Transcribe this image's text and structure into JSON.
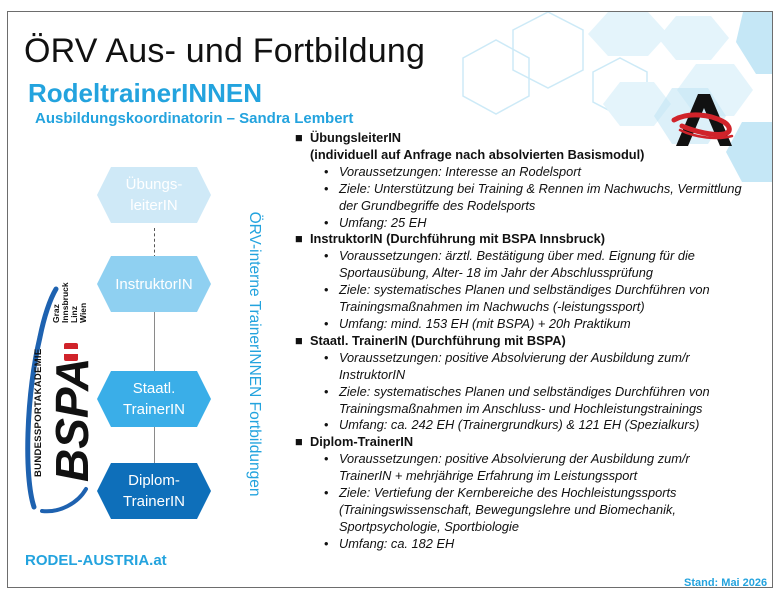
{
  "header": {
    "title": "ÖRV Aus- und Fortbildung",
    "subtitle": "RodeltrainerINNEN",
    "coordinator": "Ausbildungskoordinatorin – Sandra Lembert"
  },
  "colors": {
    "accent": "#23a3de",
    "hex_light": "#cfe9f7",
    "hex_mid": "#3aaee8",
    "hex_dark": "#0e6fba"
  },
  "pathway": [
    {
      "label_lines": [
        "Übungs-",
        "leiterIN"
      ]
    },
    {
      "label_lines": [
        "InstruktorIN"
      ]
    },
    {
      "label_lines": [
        "Staatl.",
        "TrainerIN"
      ]
    },
    {
      "label_lines": [
        "Diplom-",
        "TrainerIN"
      ]
    }
  ],
  "vertical_label": "ÖRV-interne TrainerINNEN Fortbildungen",
  "bspa_logo": {
    "name": "BSPA",
    "line": "BUNDESSPORTAKADEMIE",
    "cities": [
      "Graz",
      "Innsbruck",
      "Linz",
      "Wien"
    ]
  },
  "website": "RODEL-AUSTRIA.at",
  "footer_stand": "Stand: Mai 2026",
  "icons": {
    "logo": "oerv-a-logo",
    "bullet": "square-bullet",
    "sub_bullet": "dot-bullet"
  },
  "sections": [
    {
      "title": "ÜbungsleiterIN",
      "note": "(individuell auf Anfrage nach absolvierten Basismodul)",
      "items": [
        "Voraussetzungen: Interesse an Rodelsport",
        "Ziele: Unterstützung bei Training & Rennen im Nachwuchs, Vermittlung der Grundbegriffe des Rodelsports",
        "Umfang: 25 EH"
      ]
    },
    {
      "title": "InstruktorIN (Durchführung mit BSPA Innsbruck)",
      "note": "",
      "items": [
        "Voraussetzungen: ärztl. Bestätigung über med. Eignung für die Sportausübung, Alter- 18 im Jahr der Abschlussprüfung",
        "Ziele: systematisches Planen und selbständiges Durchführen von Trainingsmaßnahmen im Nachwuchs (-leistungssport)",
        "Umfang: mind. 153 EH (mit BSPA) + 20h Praktikum"
      ]
    },
    {
      "title": "Staatl. TrainerIN (Durchführung mit BSPA)",
      "note": "",
      "items": [
        "Voraussetzungen:  positive Absolvierung der Ausbildung zum/r InstruktorIN",
        "Ziele: systematisches Planen und selbständiges Durchführen von Trainingsmaßnahmen im Anschluss- und Hochleistungstrainings",
        "Umfang: ca. 242 EH (Trainergrundkurs) & 121 EH (Spezialkurs)"
      ]
    },
    {
      "title": "Diplom-TrainerIN",
      "note": "",
      "items": [
        "Voraussetzungen:  positive Absolvierung der Ausbildung zum/r TrainerIN + mehrjährige Erfahrung im Leistungssport",
        "Ziele: Vertiefung der Kernbereiche des Hochleistungssports (Trainingswissenschaft, Bewegungslehre und Biomechanik, Sportpsychologie, Sportbiologie",
        "Umfang: ca. 182 EH"
      ]
    }
  ]
}
